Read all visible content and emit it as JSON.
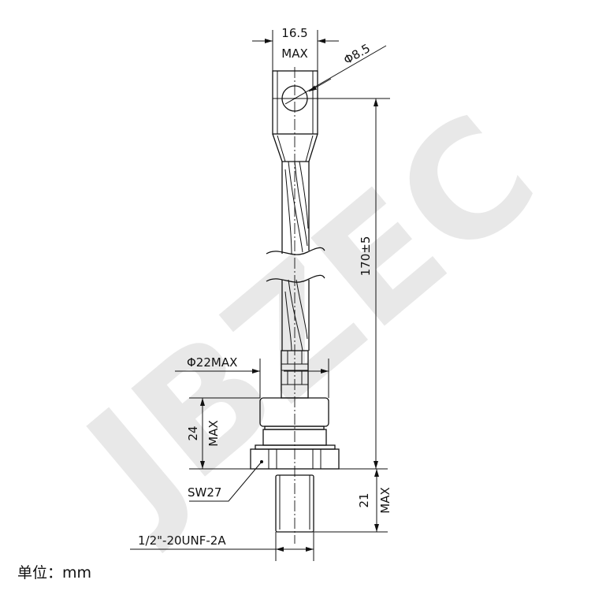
{
  "watermark": "JBZEC",
  "dimensions": {
    "lug_width_value": "16.5",
    "lug_width_max": "MAX",
    "hole_diameter": "Φ8.5",
    "total_length": "170±5",
    "body_diameter": "Φ22MAX",
    "body_height_value": "24",
    "body_height_max": "MAX",
    "hex_size": "SW27",
    "stud_length_value": "21",
    "stud_length_max": "MAX",
    "thread_spec": "1/2\"-20UNF-2A"
  },
  "unit_label": "单位：mm"
}
